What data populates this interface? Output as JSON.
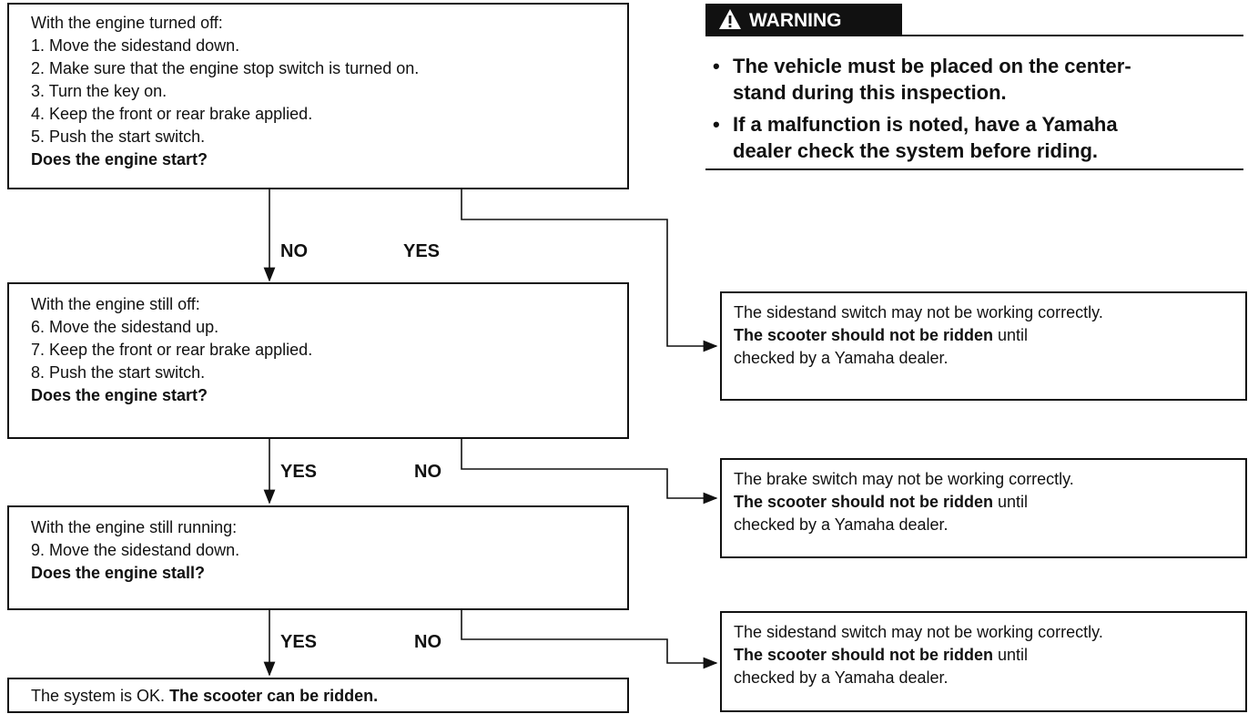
{
  "steps": [
    {
      "lines": [
        "With the engine turned off:",
        "1. Move the sidestand down.",
        "2. Make sure that the engine stop switch is turned on.",
        "3. Turn the key on.",
        "4. Keep the front or rear brake applied.",
        "5. Push the start switch."
      ],
      "question": "Does the engine start?",
      "down_label": "NO",
      "side_label": "YES"
    },
    {
      "lines": [
        "With the engine still off:",
        "6. Move the sidestand up.",
        "7. Keep the front or rear brake applied.",
        "8. Push the start switch."
      ],
      "question": "Does the engine start?",
      "down_label": "YES",
      "side_label": "NO"
    },
    {
      "lines": [
        "With the engine still running:",
        "9. Move the sidestand down."
      ],
      "question": "Does the engine stall?",
      "down_label": "YES",
      "side_label": "NO"
    }
  ],
  "final": {
    "text": "The system is OK.",
    "bold": "The scooter can be ridden."
  },
  "results": [
    {
      "line1": "The sidestand switch may not be working correctly.",
      "bold": "The scooter should not be ridden",
      "rest": " until",
      "line3": "checked by a Yamaha dealer."
    },
    {
      "line1": "The brake switch may not be working correctly.",
      "bold": "The scooter should not be ridden",
      "rest": " until",
      "line3": "checked by a Yamaha dealer."
    },
    {
      "line1": "The sidestand switch may not be working correctly.",
      "bold": "The scooter should not be ridden",
      "rest": " until",
      "line3": "checked by a Yamaha dealer."
    }
  ],
  "warning": {
    "title": "WARNING",
    "icon": "warning-triangle-icon",
    "items": [
      {
        "l1": "The vehicle must be placed on the center-",
        "l2": "stand during this inspection."
      },
      {
        "l1": "If a malfunction is noted, have a Yamaha",
        "l2": "dealer check the system before riding."
      }
    ]
  }
}
